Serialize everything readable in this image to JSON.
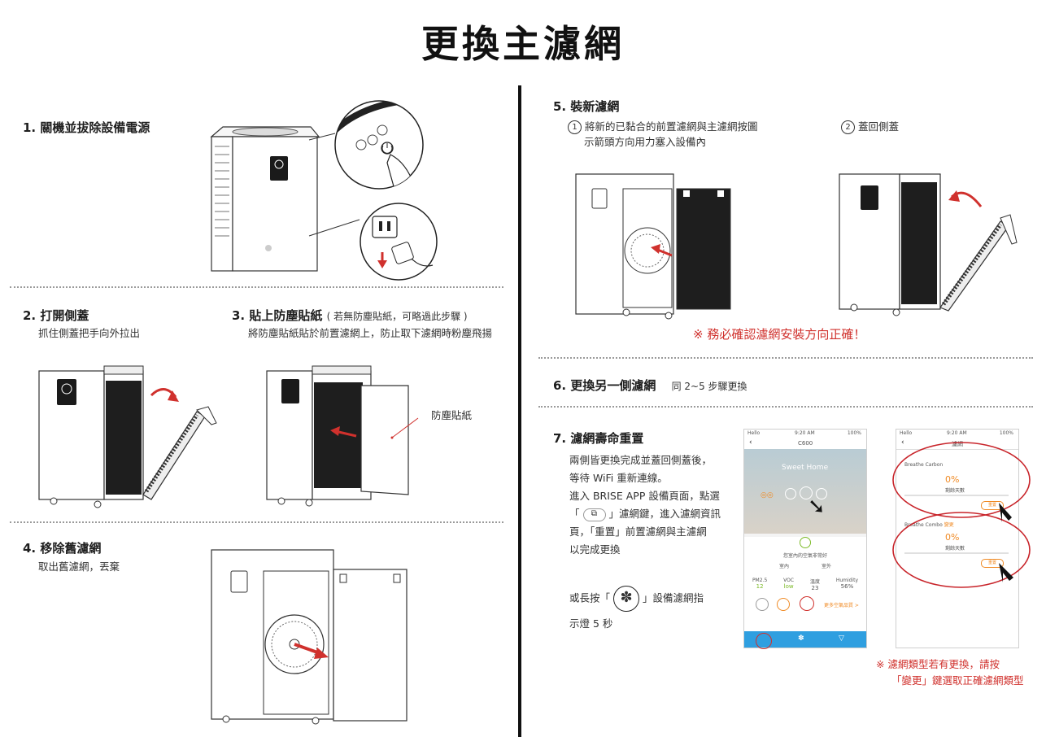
{
  "title": "更換主濾網",
  "step1": {
    "title": "1. 關機並拔除設備電源"
  },
  "step2": {
    "title": "2. 打開側蓋",
    "desc": "抓住側蓋把手向外拉出"
  },
  "step3": {
    "title": "3. 貼上防塵貼紙",
    "note": "( 若無防塵貼紙，可略過此步驟 )",
    "desc": "將防塵貼紙貼於前置濾網上，防止取下濾網時粉塵飛揚",
    "label": "防塵貼紙"
  },
  "step4": {
    "title": "4. 移除舊濾網",
    "desc": "取出舊濾網，丟棄"
  },
  "step5": {
    "title": "5. 裝新濾網",
    "sub1_num": "1",
    "sub1_line1": "將新的已黏合的前置濾網與主濾網按圖",
    "sub1_line2": "示箭頭方向用力塞入設備內",
    "sub2_num": "2",
    "sub2": "蓋回側蓋",
    "warning": "※ 務必確認濾網安裝方向正確！"
  },
  "step6": {
    "title": "6. 更換另一側濾網",
    "note": "同 2~5 步驟更換"
  },
  "step7": {
    "title": "7. 濾網壽命重置",
    "lines": [
      "兩側皆更換完成並蓋回側蓋後，",
      "等待 WiFi 重新連線。",
      "進入 BRISE APP 設備頁面，點選"
    ],
    "line4a": "「",
    "line4b": "」濾網鍵，進入濾網資訊",
    "line5": "頁，「重置」前置濾網與主濾網",
    "line6": "以完成更換",
    "alt_a": "或長按「",
    "alt_b": "」設備濾網指",
    "alt_c": "示燈 5 秒",
    "note_line1": "※ 濾網類型若有更換，請按",
    "note_line2": "「變更」鍵選取正確濾網類型"
  },
  "phone1": {
    "carrier": "Hello",
    "time": "9:20 AM",
    "battery": "100%",
    "device": "C600",
    "home": "Sweet Home",
    "status": "您室內的空氣非常好",
    "tab1": "室內",
    "tab2": "室外",
    "metrics": [
      {
        "label": "PM2.5",
        "value": "12"
      },
      {
        "label": "VOC",
        "value": "low"
      },
      {
        "label": "溫度",
        "value": "23"
      },
      {
        "label": "Humidity",
        "value": "56%"
      }
    ],
    "link": "更多空氣品質 >"
  },
  "phone2": {
    "carrier": "Hello",
    "time": "9:20 AM",
    "battery": "100%",
    "header": "濾網",
    "filter1": "Breathe Carbon",
    "pct1": "0%",
    "sub1": "剩餘天數",
    "filter2": "Breathe Combo",
    "filter2_tag": "變更",
    "pct2": "0%",
    "sub2": "剩餘天數",
    "reset": "重置"
  },
  "colors": {
    "accent_red": "#d0312d",
    "ink": "#1a1a1a",
    "app_blue": "#2f9fe0",
    "app_orange": "#f08a24",
    "app_green": "#7dbb2a"
  }
}
